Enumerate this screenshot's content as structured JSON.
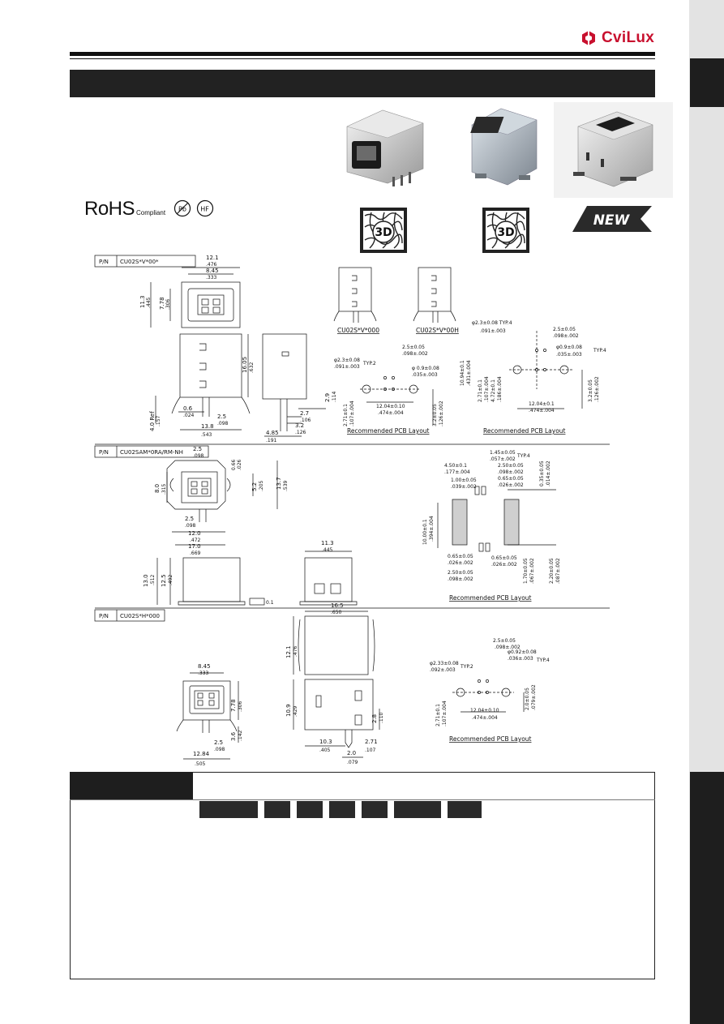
{
  "brand": {
    "name": "CviLux",
    "color": "#c8102e"
  },
  "rohs": {
    "main": "RoHS",
    "sub": "Compliant",
    "icons": [
      "pb-free-icon",
      "halogen-free-icon"
    ],
    "hf": "HF"
  },
  "badges": {
    "three_d": "3D",
    "new": "NEW"
  },
  "section1": {
    "pn_label": "P/N",
    "pn_value": "CU02S*V*00*",
    "variant_a": "CU02S*V*000",
    "variant_b": "CU02S*V*00H",
    "pcb_title": "Recommended PCB Layout",
    "dims": [
      "12.1",
      ".476",
      "8.45",
      ".333",
      "11.3",
      ".445",
      "7.78",
      ".306",
      "16.05",
      ".632",
      "0.6",
      ".024",
      "2.5",
      ".098",
      "13.8",
      ".543",
      "4.0 Ref",
      ".157",
      "2.7",
      ".106",
      "3.2",
      ".126",
      "4.85",
      ".191",
      "2.9",
      ".114"
    ],
    "pcb_dims": [
      "2.5±0.05",
      ".098±.002",
      "φ2.3±0.08",
      ".091±.003",
      "TYP.2",
      "φ 0.9±0.08",
      ".035±.003",
      "12.04±0.10",
      ".474±.004",
      "2.71±0.1",
      ".107±.004",
      "3.2±0.05",
      ".126±.002"
    ],
    "pcb2_dims": [
      "φ2.3±0.08 TYP.4",
      ".091±.003",
      "2.5±0.05",
      ".098±.002",
      "φ0.9±0.08",
      ".035±.003",
      "TYP.4",
      "10.94±0.1",
      ".431±.004",
      "2.71±0.1",
      ".107±.004",
      "4.72±0.1",
      ".186±.004",
      "12.04±0.1",
      ".474±.004",
      "3.2±0.05",
      ".126±.002"
    ]
  },
  "section2": {
    "pn_label": "P/N",
    "pn_value": "CU02SAM*0RA/RM-NH",
    "pcb_title": "Recommended PCB Layout",
    "dims": [
      "2.5",
      ".098",
      "0.66",
      ".026",
      "8.0",
      ".315",
      "5.2",
      ".205",
      "13.7",
      ".539",
      "2.5",
      ".098",
      "12.0",
      ".472",
      "17.0",
      ".669",
      "13.0",
      ".512",
      "12.5",
      ".492",
      "11.3",
      ".445",
      "0.1"
    ],
    "pcb_dims": [
      "1.45±0.05",
      ".057±.002",
      "TYP.4",
      "4.50±0.1",
      ".177±.004",
      "2.50±0.05",
      ".098±.002",
      "1.00±0.05",
      ".039±.002",
      "0.65±0.05",
      ".026±.002",
      "0.35±0.05",
      ".014±.002",
      "10.00±0.1",
      ".394±.004",
      "0.65±0.05",
      ".026±.002",
      "2.50±0.05",
      ".098±.002",
      "1.70±0.05",
      ".067±.002",
      "2.20±0.05",
      ".087±.002",
      "0.65±0.05",
      ".026±.002"
    ]
  },
  "section3": {
    "pn_label": "P/N",
    "pn_value": "CU02S*H*000",
    "pcb_title": "Recommended PCB Layout",
    "dims": [
      "16.5",
      ".650",
      "12.1",
      ".476",
      "8.45",
      ".333",
      "7.78",
      ".306",
      "3.6",
      ".142",
      "2.5",
      ".098",
      "12.84",
      ".505",
      "10.9",
      ".429",
      "2.8",
      ".110",
      "10.3",
      ".405",
      "2.71",
      ".107",
      "2.0",
      ".079"
    ],
    "pcb_dims": [
      "2.5±0.05",
      ".098±.002",
      "φ2.33±0.08",
      ".092±.003",
      "TYP.2",
      "φ0.92±0.08",
      ".036±.003",
      "TYP.4",
      "12.04±0.10",
      ".474±.004",
      "2.71±0.1",
      ".107±.004",
      "2.0±0.05",
      ".079±.002"
    ]
  }
}
